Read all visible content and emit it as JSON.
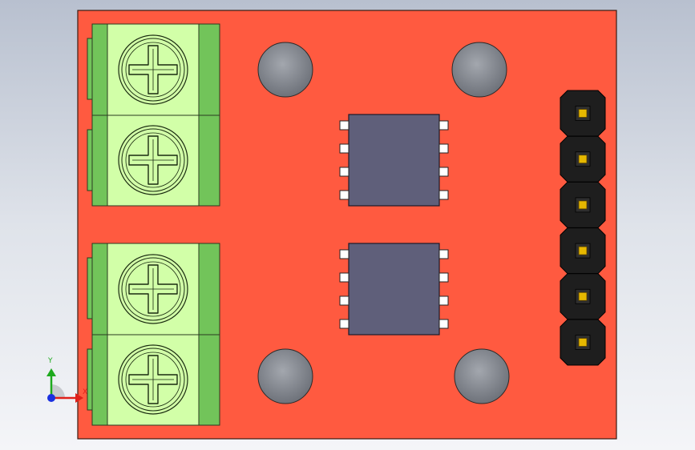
{
  "viewport": {
    "background_top": "#b8c0cf",
    "background_bottom": "#f4f5f8"
  },
  "pcb": {
    "color": "#ff5a40",
    "outline": "#3a1a12"
  },
  "terminal_blocks": {
    "body_color": "#d2ffa8",
    "side_color": "#72c45a",
    "count": 2,
    "screws_per_block": 2,
    "screw_icon": "cross-screw-icon"
  },
  "mounting_holes": {
    "color": "#8a8e96",
    "count": 4,
    "icon": "mounting-hole-icon"
  },
  "ics": {
    "body_color": "#5f5f7a",
    "pin_color": "#ffffff",
    "count": 2,
    "pins_per_side": 4
  },
  "pin_header": {
    "housing_color": "#1e1e1e",
    "pin_color": "#e6b800",
    "pin_count": 6
  },
  "triad": {
    "x_label": "X",
    "y_label": "Y",
    "x_color": "#e0201a",
    "y_color": "#1eaa1e",
    "z_color": "#1a30e0"
  }
}
